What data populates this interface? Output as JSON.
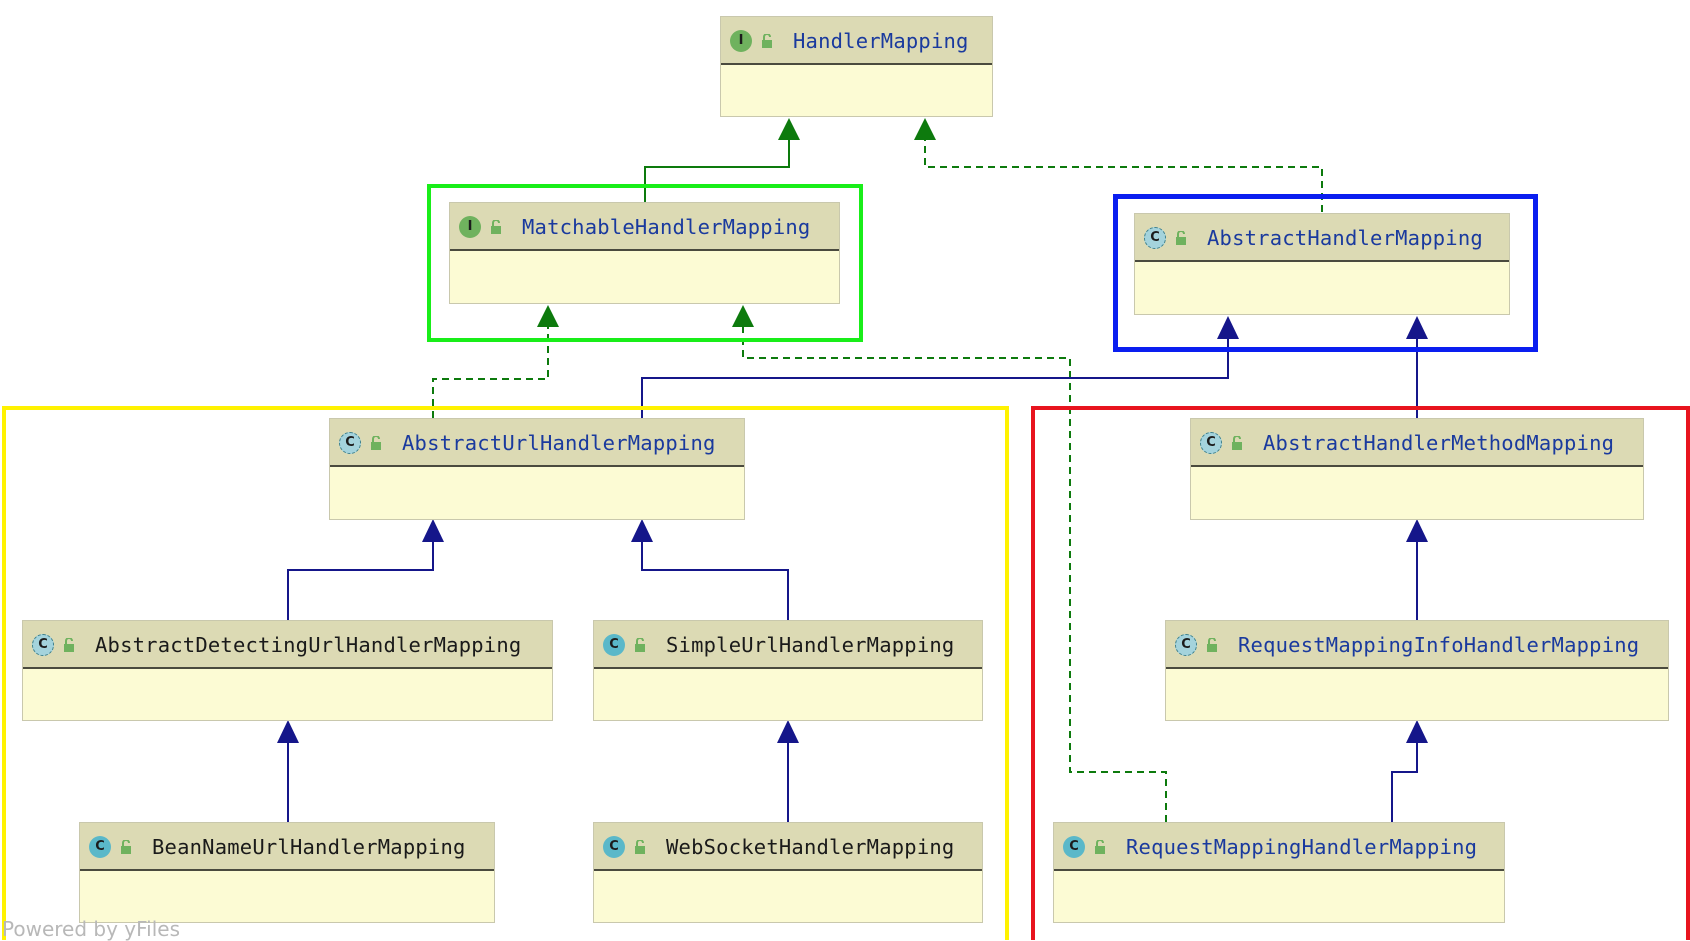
{
  "colors": {
    "node_fill": "#fcfbd4",
    "node_header": "#dcdab4",
    "interface_edge": "#0d7a0d",
    "class_edge": "#15168a",
    "group_green": "#19ee19",
    "group_blue": "#0a1ef0",
    "group_yellow": "#fff200",
    "group_red": "#e8141e"
  },
  "nodes": [
    {
      "name": "HandlerMapping",
      "kind": "interface",
      "kind_glyph": "I"
    },
    {
      "name": "MatchableHandlerMapping",
      "kind": "interface",
      "kind_glyph": "I"
    },
    {
      "name": "AbstractHandlerMapping",
      "kind": "abstract-class",
      "kind_glyph": "C"
    },
    {
      "name": "AbstractUrlHandlerMapping",
      "kind": "abstract-class",
      "kind_glyph": "C"
    },
    {
      "name": "AbstractHandlerMethodMapping",
      "kind": "abstract-class",
      "kind_glyph": "C"
    },
    {
      "name": "AbstractDetectingUrlHandlerMapping",
      "kind": "abstract-class",
      "kind_glyph": "C"
    },
    {
      "name": "SimpleUrlHandlerMapping",
      "kind": "class",
      "kind_glyph": "C"
    },
    {
      "name": "RequestMappingInfoHandlerMapping",
      "kind": "abstract-class",
      "kind_glyph": "C"
    },
    {
      "name": "BeanNameUrlHandlerMapping",
      "kind": "class",
      "kind_glyph": "C"
    },
    {
      "name": "WebSocketHandlerMapping",
      "kind": "class",
      "kind_glyph": "C"
    },
    {
      "name": "RequestMappingHandlerMapping",
      "kind": "class",
      "kind_glyph": "C"
    }
  ],
  "watermark": "Powered by yFiles"
}
